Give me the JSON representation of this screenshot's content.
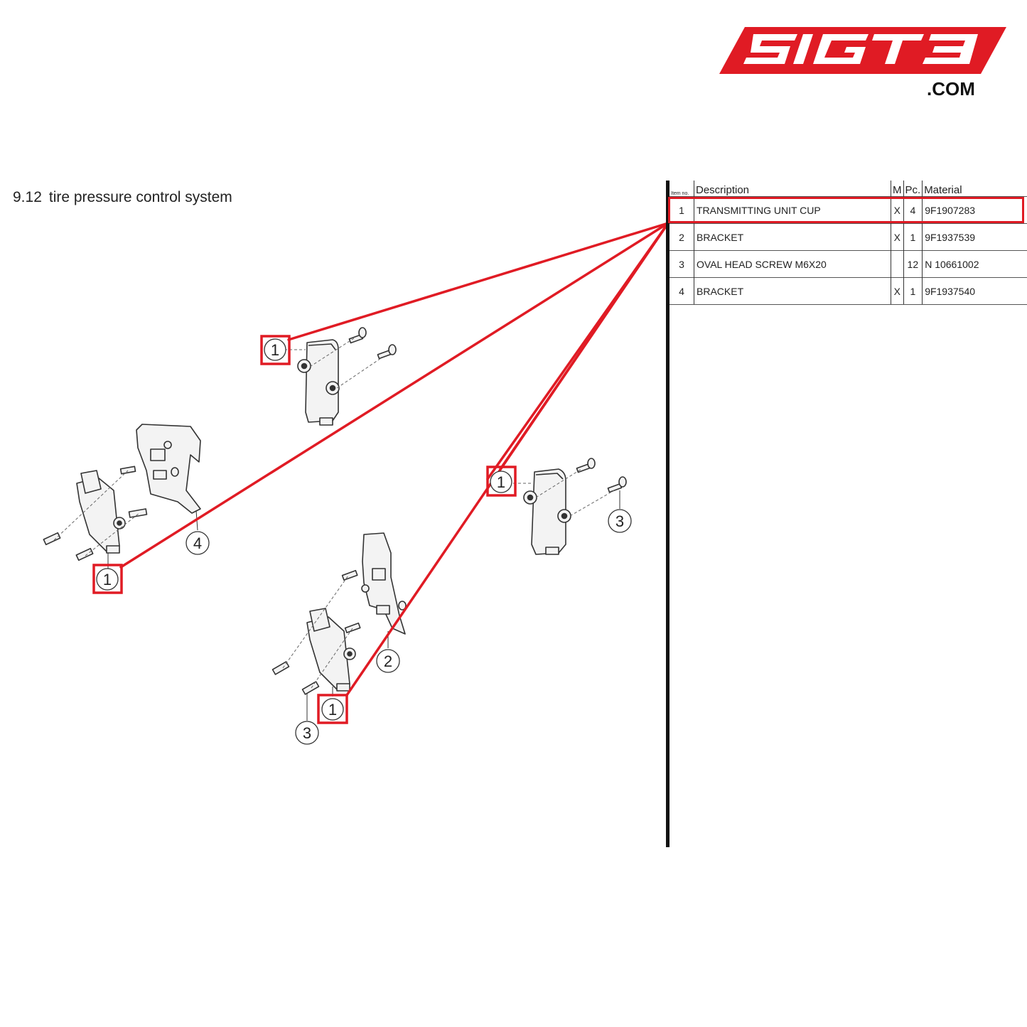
{
  "brand": {
    "logo_text": "5IGT3",
    "domain_suffix": ".COM",
    "color": "#e01b24"
  },
  "section": {
    "number": "9.12",
    "title": "tire pressure control system"
  },
  "parts_table": {
    "headers": {
      "item_no": "Item no.",
      "description": "Description",
      "m": "M",
      "pc": "Pc.",
      "material": "Material"
    },
    "rows": [
      {
        "item": "1",
        "description": "TRANSMITTING UNIT CUP",
        "m": "X",
        "pc": "4",
        "material": "9F1907283"
      },
      {
        "item": "2",
        "description": "BRACKET",
        "m": "X",
        "pc": "1",
        "material": "9F1937539"
      },
      {
        "item": "3",
        "description": "OVAL HEAD SCREW M6X20",
        "m": "",
        "pc": "12",
        "material": "N 10661002"
      },
      {
        "item": "4",
        "description": "BRACKET",
        "m": "X",
        "pc": "1",
        "material": "9F1937540"
      }
    ],
    "highlighted_item": "1"
  },
  "callouts": [
    {
      "id": "1",
      "highlighted": true
    },
    {
      "id": "1",
      "highlighted": true
    },
    {
      "id": "1",
      "highlighted": true
    },
    {
      "id": "1",
      "highlighted": true
    },
    {
      "id": "2",
      "highlighted": false
    },
    {
      "id": "3",
      "highlighted": false
    },
    {
      "id": "3",
      "highlighted": false
    },
    {
      "id": "4",
      "highlighted": false
    }
  ],
  "highlight_color": "#e01b24"
}
